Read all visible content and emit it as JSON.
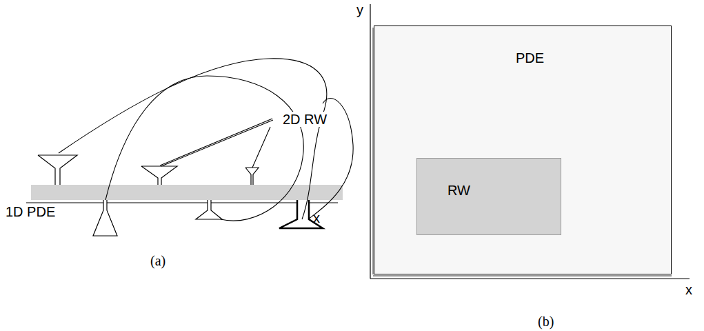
{
  "diagram": {
    "nodes": [
      {
        "text": [
          "PDE"
        ]
      },
      {
        "text": [
          "RW"
        ],
        "in": 0
      }
    ],
    "labels": [
      "2D RW",
      "1D PDE",
      "x",
      "(a)",
      "y",
      "x",
      "(b)"
    ]
  }
}
